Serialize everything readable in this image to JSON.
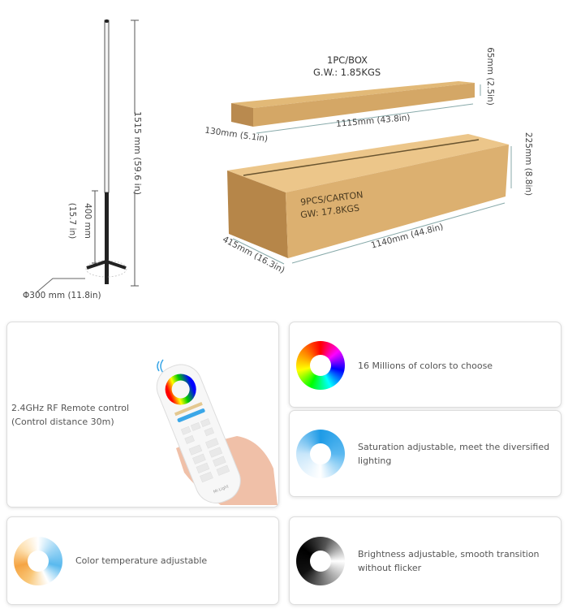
{
  "lamp": {
    "height_label": "1515 mm (59.6 in)",
    "base_height_label": "400 mm",
    "base_height_inch": "(15.7 in)",
    "base_diameter_label": "Φ300 mm (11.8in)"
  },
  "small_box": {
    "qty": "1PC/BOX",
    "weight": "G.W.: 1.85KGS",
    "height": "65mm (2.5in)",
    "width": "130mm (5.1in)",
    "length": "1115mm (43.8in)"
  },
  "carton": {
    "qty": "9PCS/CARTON",
    "weight": "GW: 17.8KGS",
    "height": "225mm (8.8in)",
    "width": "415mm (16.3in)",
    "length": "1140mm (44.8in)"
  },
  "features": {
    "remote": {
      "line1": "2.4GHz RF Remote control",
      "line2": "(Control distance 30m)",
      "brand": "Mi·Light"
    },
    "colors": "16 Millions of colors to choose",
    "saturation": {
      "line1": "Saturation adjustable, meet the diversified",
      "line2": "lighting"
    },
    "temperature": "Color temperature adjustable",
    "brightness": {
      "line1": "Brightness adjustable, smooth transition",
      "line2": "without flicker"
    }
  }
}
